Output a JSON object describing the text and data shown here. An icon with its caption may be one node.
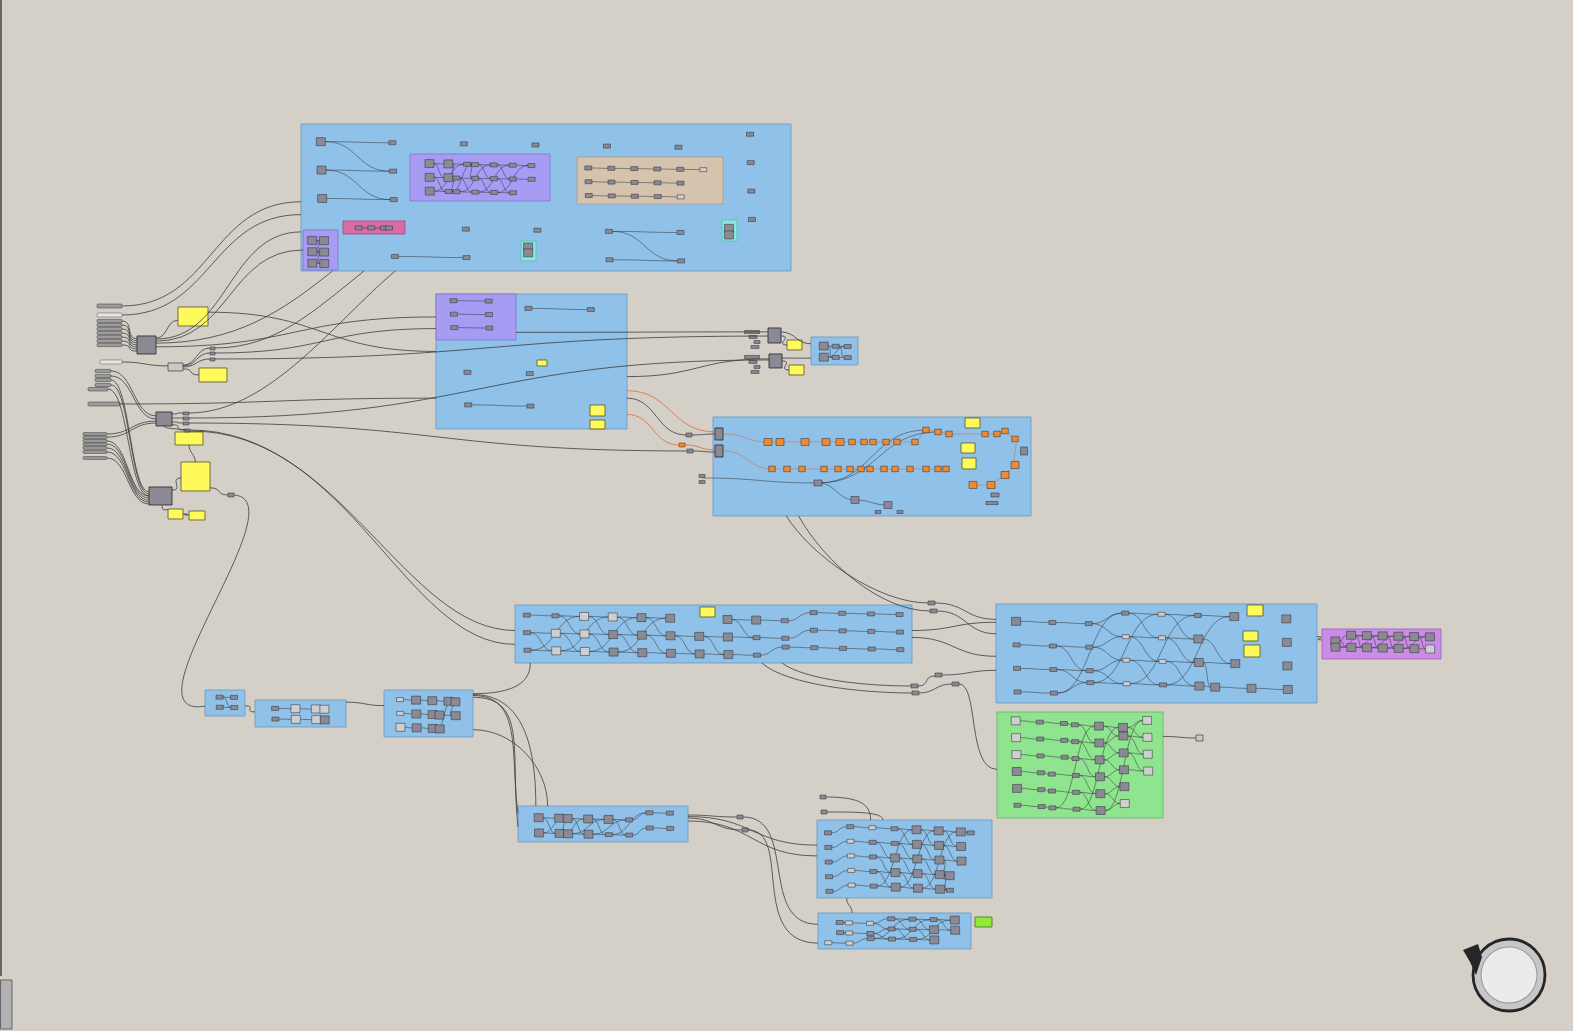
{
  "diagram": {
    "nodes": [
      {
        "text": [],
        "shape": "box"
      },
      {
        "text": [],
        "shape": "box",
        "in": 0
      },
      {
        "text": [],
        "shape": "box",
        "in": 0
      },
      {
        "text": [],
        "shape": "box",
        "in": 0
      },
      {
        "text": [],
        "shape": "box",
        "in": 0
      },
      {
        "text": [],
        "shape": "box",
        "in": 0
      },
      {
        "text": [],
        "shape": "box",
        "in": 0
      },
      {
        "text": [],
        "shape": "box"
      },
      {
        "text": [],
        "shape": "box",
        "in": 7
      },
      {
        "text": [],
        "shape": "box",
        "in": 7
      },
      {
        "text": [],
        "shape": "box",
        "in": 7
      },
      {
        "text": [],
        "shape": "box",
        "in": 7
      },
      {
        "text": [],
        "shape": "box"
      },
      {
        "text": [],
        "shape": "box"
      },
      {
        "text": [],
        "shape": "box"
      },
      {
        "text": [],
        "shape": "box"
      },
      {
        "text": [],
        "shape": "box"
      },
      {
        "text": [],
        "shape": "box"
      },
      {
        "text": [],
        "shape": "box",
        "in": 17
      },
      {
        "text": [],
        "shape": "box",
        "in": 17
      },
      {
        "text": [],
        "shape": "box",
        "in": 17
      },
      {
        "text": [],
        "shape": "box"
      },
      {
        "text": [],
        "shape": "box",
        "in": 21
      },
      {
        "text": [],
        "shape": "box"
      },
      {
        "text": [],
        "shape": "box",
        "in": 23
      },
      {
        "text": [],
        "shape": "box",
        "in": 23
      },
      {
        "text": [],
        "shape": "box",
        "in": 23
      },
      {
        "text": [],
        "shape": "box"
      },
      {
        "text": [],
        "shape": "box"
      },
      {
        "text": [],
        "shape": "box"
      },
      {
        "text": [],
        "shape": "box"
      },
      {
        "text": [],
        "shape": "box"
      },
      {
        "text": [],
        "shape": "box"
      },
      {
        "text": [],
        "shape": "box"
      },
      {
        "text": [],
        "shape": "box"
      },
      {
        "text": [],
        "shape": "box"
      },
      {
        "text": [],
        "shape": "box"
      },
      {
        "text": [],
        "shape": "box"
      },
      {
        "text": [],
        "shape": "box"
      },
      {
        "text": [],
        "shape": "box"
      },
      {
        "text": [],
        "shape": "box"
      },
      {
        "text": [],
        "shape": "box"
      },
      {
        "text": [],
        "shape": "box"
      },
      {
        "text": [],
        "shape": "box"
      },
      {
        "text": [],
        "shape": "box"
      },
      {
        "text": [],
        "shape": "box"
      },
      {
        "text": [],
        "shape": "box"
      },
      {
        "text": [],
        "shape": "box"
      },
      {
        "text": [],
        "shape": "bar"
      },
      {
        "text": [],
        "shape": "bar"
      },
      {
        "text": [],
        "shape": "bar"
      },
      {
        "text": [],
        "shape": "bar"
      },
      {
        "text": [],
        "shape": "bar"
      },
      {
        "text": [],
        "shape": "bar"
      },
      {
        "text": [],
        "shape": "bar"
      },
      {
        "text": [],
        "shape": "bar"
      },
      {
        "text": [],
        "shape": "bar"
      },
      {
        "text": [],
        "shape": "bar"
      },
      {
        "text": [],
        "shape": "bar"
      },
      {
        "text": [],
        "shape": "bar"
      },
      {
        "text": [],
        "shape": "bar"
      },
      {
        "text": [],
        "shape": "bar"
      },
      {
        "text": [],
        "shape": "bar"
      },
      {
        "text": [],
        "shape": "bar"
      },
      {
        "text": [],
        "shape": "bar"
      },
      {
        "text": [],
        "shape": "bar"
      },
      {
        "text": [],
        "shape": "bar"
      },
      {
        "text": [],
        "shape": "bar"
      },
      {
        "text": [],
        "shape": "bar"
      },
      {
        "text": [],
        "shape": "bar"
      },
      {
        "text": [],
        "shape": "bar"
      },
      {
        "text": [],
        "shape": "box"
      },
      {
        "text": [],
        "shape": "box"
      },
      {
        "text": [],
        "shape": "box"
      },
      {
        "text": [],
        "shape": "box"
      },
      {
        "text": [],
        "shape": "box"
      },
      {
        "text": [],
        "shape": "box"
      },
      {
        "text": [],
        "shape": "box"
      },
      {
        "text": [],
        "shape": "box"
      },
      {
        "text": [],
        "shape": "box"
      },
      {
        "text": [],
        "shape": "box"
      },
      {
        "text": [],
        "shape": "box"
      },
      {
        "text": [],
        "shape": "box"
      },
      {
        "text": [],
        "shape": "box"
      },
      {
        "text": [],
        "shape": "box"
      },
      {
        "text": [],
        "shape": "box"
      },
      {
        "text": [],
        "shape": "box"
      },
      {
        "text": [],
        "shape": "box"
      },
      {
        "text": [],
        "shape": "box"
      },
      {
        "text": [],
        "shape": "box"
      },
      {
        "text": [],
        "shape": "box"
      },
      {
        "text": [],
        "shape": "box",
        "in": 17
      },
      {
        "text": [],
        "shape": "box",
        "in": 17
      }
    ],
    "edges": [
      {
        "from": 48,
        "to": 0,
        "arrow": "none"
      },
      {
        "from": 49,
        "to": 0,
        "arrow": "none"
      },
      {
        "from": 50,
        "to": 37,
        "arrow": "none"
      },
      {
        "from": 51,
        "to": 37,
        "arrow": "none"
      },
      {
        "from": 52,
        "to": 37,
        "arrow": "none"
      },
      {
        "from": 53,
        "to": 37,
        "arrow": "none"
      },
      {
        "from": 54,
        "to": 37,
        "arrow": "none"
      },
      {
        "from": 55,
        "to": 37,
        "arrow": "none"
      },
      {
        "from": 56,
        "to": 37,
        "arrow": "none"
      },
      {
        "from": 37,
        "to": 38,
        "arrow": "none"
      },
      {
        "from": 37,
        "to": 0,
        "arrow": "none"
      },
      {
        "from": 37,
        "to": 4,
        "arrow": "none"
      },
      {
        "from": 37,
        "to": 0,
        "arrow": "none"
      },
      {
        "from": 37,
        "to": 7,
        "arrow": "none"
      },
      {
        "from": 38,
        "to": 7,
        "arrow": "none"
      },
      {
        "from": 39,
        "to": 84,
        "arrow": "none"
      },
      {
        "from": 39,
        "to": 85,
        "arrow": "none"
      },
      {
        "from": 39,
        "to": 86,
        "arrow": "none"
      },
      {
        "from": 39,
        "to": 40,
        "arrow": "none"
      },
      {
        "from": 84,
        "to": 0,
        "arrow": "none"
      },
      {
        "from": 85,
        "to": 7,
        "arrow": "none"
      },
      {
        "from": 86,
        "to": 13,
        "arrow": "none"
      },
      {
        "from": 57,
        "to": 39,
        "arrow": "none"
      },
      {
        "from": 58,
        "to": 41,
        "arrow": "none"
      },
      {
        "from": 59,
        "to": 41,
        "arrow": "none"
      },
      {
        "from": 60,
        "to": 44,
        "arrow": "none"
      },
      {
        "from": 61,
        "to": 44,
        "arrow": "none"
      },
      {
        "from": 62,
        "to": 44,
        "arrow": "none"
      },
      {
        "from": 63,
        "to": 7,
        "arrow": "none"
      },
      {
        "from": 64,
        "to": 41,
        "arrow": "none"
      },
      {
        "from": 65,
        "to": 41,
        "arrow": "none"
      },
      {
        "from": 66,
        "to": 44,
        "arrow": "none"
      },
      {
        "from": 67,
        "to": 44,
        "arrow": "none"
      },
      {
        "from": 68,
        "to": 44,
        "arrow": "none"
      },
      {
        "from": 69,
        "to": 44,
        "arrow": "none"
      },
      {
        "from": 70,
        "to": 44,
        "arrow": "none"
      },
      {
        "from": 41,
        "to": 87,
        "arrow": "none"
      },
      {
        "from": 41,
        "to": 88,
        "arrow": "none"
      },
      {
        "from": 41,
        "to": 89,
        "arrow": "none"
      },
      {
        "from": 41,
        "to": 90,
        "arrow": "none"
      },
      {
        "from": 87,
        "to": 0,
        "arrow": "none"
      },
      {
        "from": 88,
        "to": 14,
        "arrow": "none"
      },
      {
        "from": 89,
        "to": 73,
        "arrow": "none"
      },
      {
        "from": 90,
        "to": 21,
        "arrow": "none"
      },
      {
        "from": 90,
        "to": 21,
        "arrow": "none"
      },
      {
        "from": 41,
        "to": 42,
        "arrow": "none"
      },
      {
        "from": 42,
        "to": 43,
        "arrow": "none"
      },
      {
        "from": 44,
        "to": 43,
        "arrow": "none"
      },
      {
        "from": 44,
        "to": 45,
        "arrow": "none"
      },
      {
        "from": 45,
        "to": 46,
        "arrow": "none"
      },
      {
        "from": 43,
        "to": 47,
        "arrow": "none"
      },
      {
        "from": 47,
        "to": 30,
        "arrow": "none"
      },
      {
        "from": 30,
        "to": 31,
        "arrow": "none"
      },
      {
        "from": 31,
        "to": 32,
        "arrow": "none"
      },
      {
        "from": 32,
        "to": 21,
        "arrow": "none"
      },
      {
        "from": 32,
        "to": 33,
        "arrow": "none"
      },
      {
        "from": 32,
        "to": 33,
        "arrow": "none"
      },
      {
        "from": 32,
        "to": 33,
        "arrow": "none"
      },
      {
        "from": 32,
        "to": 33,
        "arrow": "none"
      },
      {
        "from": 33,
        "to": 80,
        "arrow": "none"
      },
      {
        "from": 33,
        "to": 81,
        "arrow": "none"
      },
      {
        "from": 80,
        "to": 35,
        "arrow": "none"
      },
      {
        "from": 81,
        "to": 35,
        "arrow": "none"
      },
      {
        "from": 33,
        "to": 34,
        "arrow": "none"
      },
      {
        "from": 33,
        "to": 34,
        "arrow": "none"
      },
      {
        "from": 82,
        "to": 34,
        "arrow": "none"
      },
      {
        "from": 83,
        "to": 34,
        "arrow": "none"
      },
      {
        "from": 34,
        "to": 35,
        "arrow": "none"
      },
      {
        "from": 8,
        "to": 13,
        "arrow": "none"
      },
      {
        "from": 7,
        "to": 14,
        "arrow": "none"
      },
      {
        "from": 7,
        "to": 71,
        "arrow": "none"
      },
      {
        "from": 71,
        "to": 91,
        "arrow": "none"
      },
      {
        "from": 7,
        "to": 91,
        "arrow": "none",
        "color": "#e0673a"
      },
      {
        "from": 7,
        "to": 72,
        "arrow": "none",
        "color": "#e0673a"
      },
      {
        "from": 72,
        "to": 92,
        "arrow": "none",
        "color": "#e0673a"
      },
      {
        "from": 73,
        "to": 92,
        "arrow": "none"
      },
      {
        "from": 13,
        "to": 15,
        "arrow": "none"
      },
      {
        "from": 14,
        "to": 16,
        "arrow": "none"
      },
      {
        "from": 13,
        "to": 12,
        "arrow": "none"
      },
      {
        "from": 14,
        "to": 12,
        "arrow": "none"
      },
      {
        "from": 17,
        "to": 74,
        "arrow": "none"
      },
      {
        "from": 17,
        "to": 75,
        "arrow": "none"
      },
      {
        "from": 74,
        "to": 23,
        "arrow": "none"
      },
      {
        "from": 75,
        "to": 23,
        "arrow": "none"
      },
      {
        "from": 21,
        "to": 23,
        "arrow": "none"
      },
      {
        "from": 21,
        "to": 23,
        "arrow": "none"
      },
      {
        "from": 21,
        "to": 76,
        "arrow": "none"
      },
      {
        "from": 21,
        "to": 77,
        "arrow": "none"
      },
      {
        "from": 76,
        "to": 78,
        "arrow": "none"
      },
      {
        "from": 77,
        "to": 79,
        "arrow": "none"
      },
      {
        "from": 78,
        "to": 23,
        "arrow": "none"
      },
      {
        "from": 79,
        "to": 28,
        "arrow": "none"
      },
      {
        "from": 23,
        "to": 27,
        "arrow": "none"
      },
      {
        "from": 28,
        "to": 29,
        "arrow": "none"
      }
    ]
  }
}
